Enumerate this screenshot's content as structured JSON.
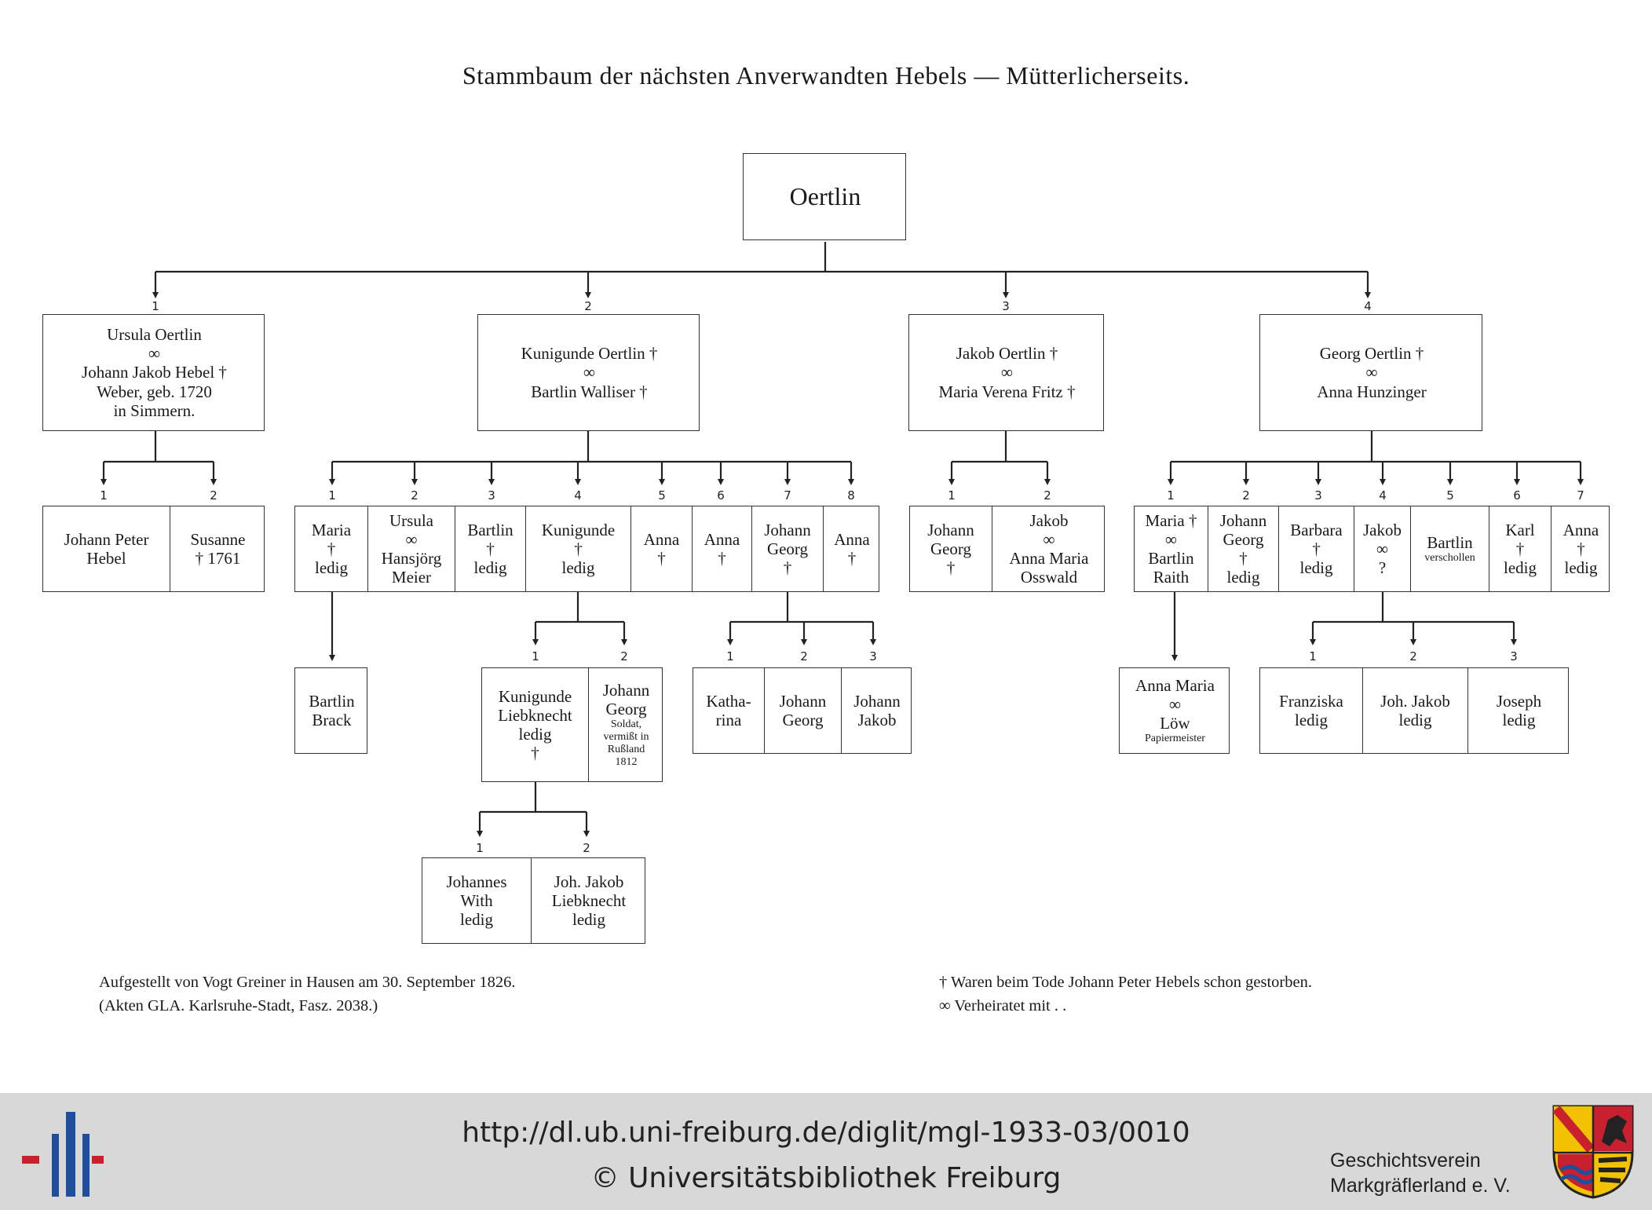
{
  "title": "Stammbaum der nächsten Anverwandten Hebels — Mütterlicherseits.",
  "root": "Oertlin",
  "branches": [
    {
      "number": "1",
      "lines": [
        "Ursula Oertlin",
        "∞",
        "Johann Jakob Hebel †",
        "Weber, geb. 1720",
        "in Simmern."
      ]
    },
    {
      "number": "2",
      "lines": [
        "Kunigunde Oertlin †",
        "∞",
        "Bartlin Walliser †"
      ]
    },
    {
      "number": "3",
      "lines": [
        "Jakob Oertlin †",
        "∞",
        "Maria Verena Fritz †"
      ]
    },
    {
      "number": "4",
      "lines": [
        "Georg Oertlin †",
        "∞",
        "Anna Hunzinger"
      ]
    }
  ],
  "children_1": [
    {
      "number": "1",
      "lines": [
        "Johann Peter",
        "Hebel"
      ]
    },
    {
      "number": "2",
      "lines": [
        "Susanne",
        "† 1761"
      ]
    }
  ],
  "children_2": [
    {
      "number": "1",
      "lines": [
        "Maria",
        "†",
        "ledig"
      ]
    },
    {
      "number": "2",
      "lines": [
        "Ursula",
        "∞",
        "Hansjörg",
        "Meier"
      ]
    },
    {
      "number": "3",
      "lines": [
        "Bartlin",
        "†",
        "ledig"
      ]
    },
    {
      "number": "4",
      "lines": [
        "Kunigunde",
        "†",
        "ledig"
      ]
    },
    {
      "number": "5",
      "lines": [
        "Anna",
        "†"
      ]
    },
    {
      "number": "6",
      "lines": [
        "Anna",
        "†"
      ]
    },
    {
      "number": "7",
      "lines": [
        "Johann",
        "Georg",
        "†"
      ]
    },
    {
      "number": "8",
      "lines": [
        "Anna",
        "†"
      ]
    }
  ],
  "children_3": [
    {
      "number": "1",
      "lines": [
        "Johann",
        "Georg",
        "†"
      ]
    },
    {
      "number": "2",
      "lines": [
        "Jakob",
        "∞",
        "Anna Maria",
        "Osswald"
      ]
    }
  ],
  "children_4": [
    {
      "number": "1",
      "lines": [
        "Maria †",
        "∞",
        "Bartlin",
        "Raith"
      ]
    },
    {
      "number": "2",
      "lines": [
        "Johann",
        "Georg",
        "†",
        "ledig"
      ]
    },
    {
      "number": "3",
      "lines": [
        "Barbara",
        "†",
        "ledig"
      ]
    },
    {
      "number": "4",
      "lines": [
        "Jakob",
        "∞",
        "?"
      ]
    },
    {
      "number": "5",
      "lines": [
        "Bartlin"
      ],
      "small": "verschollen"
    },
    {
      "number": "6",
      "lines": [
        "Karl",
        "†",
        "ledig"
      ]
    },
    {
      "number": "7",
      "lines": [
        "Anna",
        "†",
        "ledig"
      ]
    }
  ],
  "gc_2_1": [
    {
      "lines": [
        "Bartlin",
        "Brack"
      ]
    }
  ],
  "gc_2_4": [
    {
      "number": "1",
      "lines": [
        "Kunigunde",
        "Liebknecht",
        "ledig",
        "†"
      ]
    },
    {
      "number": "2",
      "lines": [
        "Johann",
        "Georg"
      ],
      "small": [
        "Soldat,",
        "vermißt in",
        "Rußland",
        "1812"
      ]
    }
  ],
  "gc_2_7": [
    {
      "number": "1",
      "lines": [
        "Katha-",
        "rina"
      ]
    },
    {
      "number": "2",
      "lines": [
        "Johann",
        "Georg"
      ]
    },
    {
      "number": "3",
      "lines": [
        "Johann",
        "Jakob"
      ]
    }
  ],
  "gc_4_1": [
    {
      "lines": [
        "Anna Maria",
        "∞",
        "Löw"
      ],
      "small": [
        "Papiermeister"
      ]
    }
  ],
  "gc_4_4": [
    {
      "number": "1",
      "lines": [
        "Franziska",
        "ledig"
      ]
    },
    {
      "number": "2",
      "lines": [
        "Joh. Jakob",
        "ledig"
      ]
    },
    {
      "number": "3",
      "lines": [
        "Joseph",
        "ledig"
      ]
    }
  ],
  "ggc_2_4_1": [
    {
      "number": "1",
      "lines": [
        "Johannes",
        "With",
        "ledig"
      ]
    },
    {
      "number": "2",
      "lines": [
        "Joh. Jakob",
        "Liebknecht",
        "ledig"
      ]
    }
  ],
  "notes": {
    "left_1": "Aufgestellt von Vogt Greiner in Hausen am 30. September 1826.",
    "left_2": "(Akten GLA. Karlsruhe-Stadt, Fasz. 2038.)",
    "right_1": "† Waren beim Tode Johann Peter Hebels schon gestorben.",
    "right_2": "∞ Verheiratet mit . ."
  },
  "footer": {
    "url": "http://dl.ub.uni-freiburg.de/diglit/mgl-1933-03/0010",
    "copyright": "© Universitätsbibliothek Freiburg",
    "society_1": "Geschichtsverein",
    "society_2": "Markgräflerland e. V.",
    "logo_left": "ub-freiburg-logo",
    "logo_right": "coat-of-arms-icon",
    "background": "#d8d8d8",
    "logo_blue": "#1f4e9c",
    "logo_red": "#c8202f"
  }
}
